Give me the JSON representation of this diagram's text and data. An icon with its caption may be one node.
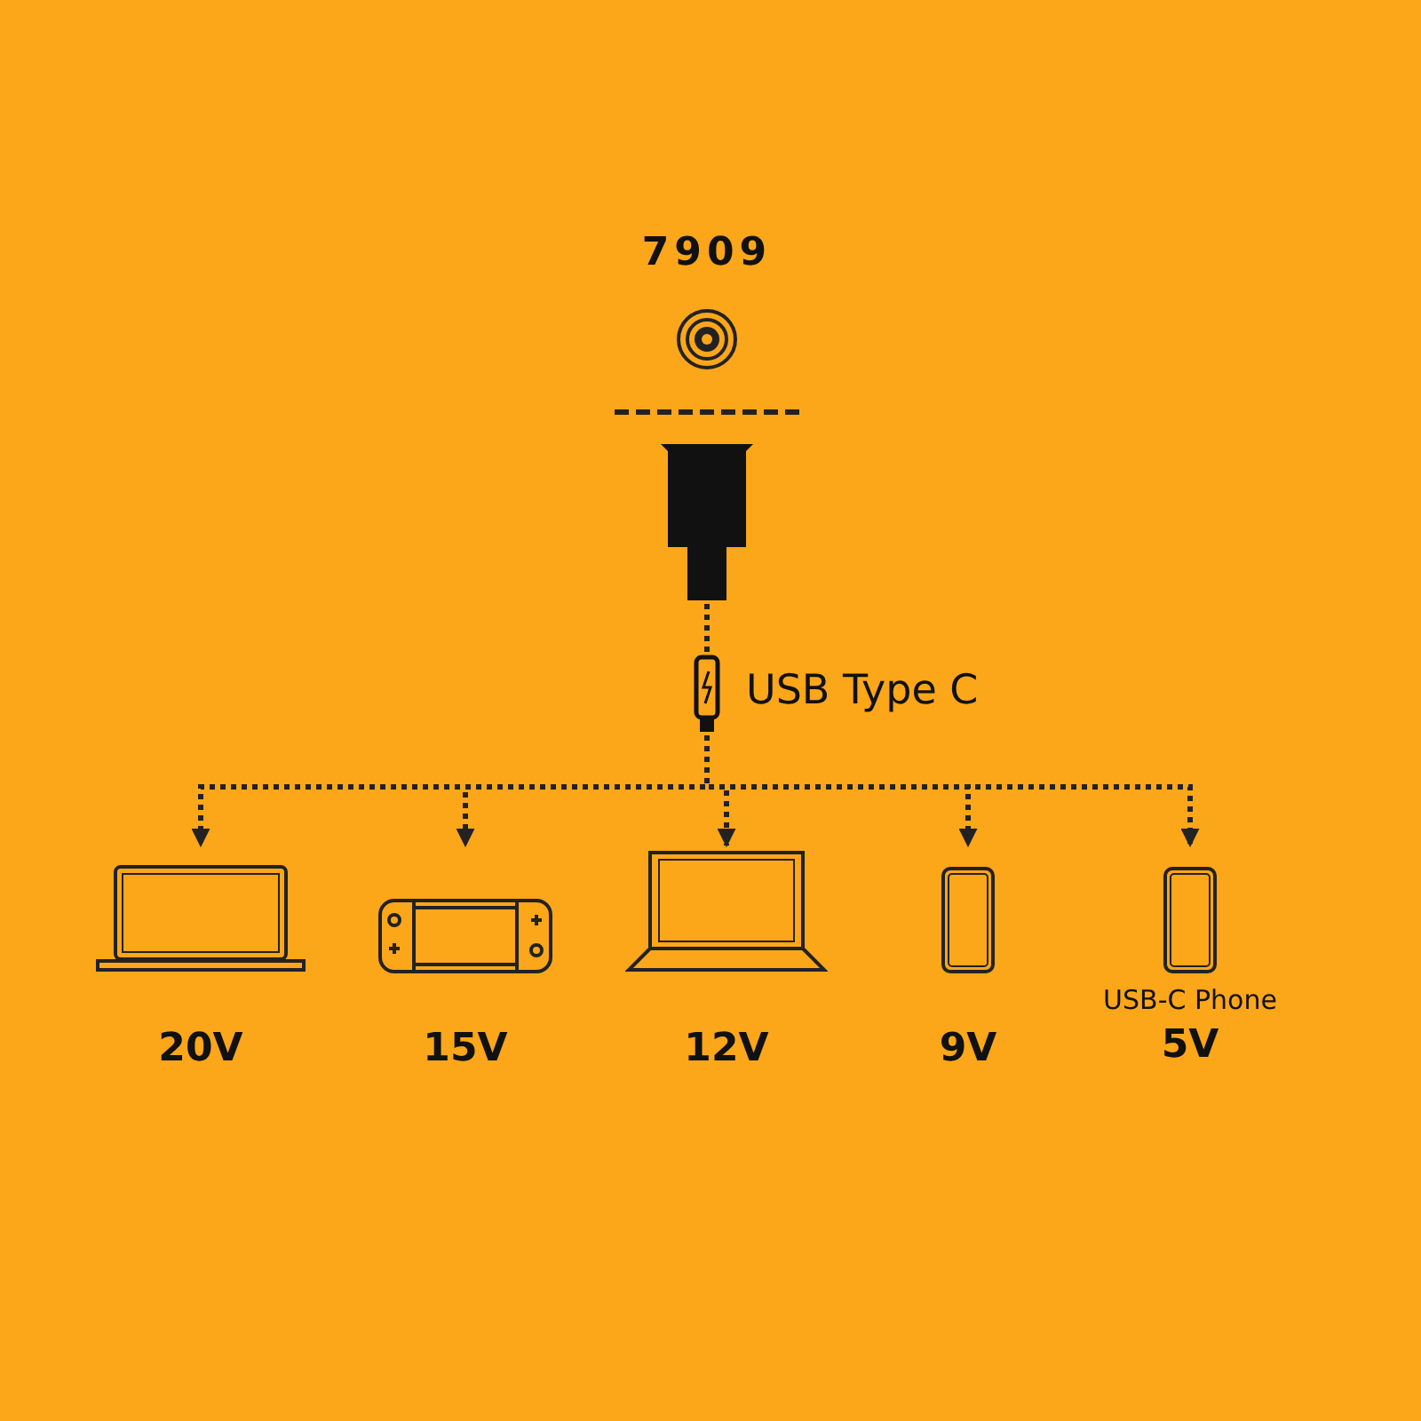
{
  "diagram": {
    "nodes": [
      {
        "text": [
          "7909"
        ]
      },
      {
        "text": [],
        "shape": "box"
      },
      {
        "text": [
          "USB Type C"
        ]
      },
      {
        "text": [
          "20V"
        ]
      },
      {
        "text": [
          "15V"
        ]
      },
      {
        "text": [
          "12V"
        ]
      },
      {
        "text": [
          "9V"
        ]
      },
      {
        "text": [
          "USB-C Phone",
          "5V"
        ]
      }
    ],
    "edges": [
      {
        "from": 1,
        "to": 2,
        "arrow": "none",
        "style": "dashed"
      },
      {
        "from": 2,
        "to": 3,
        "arrow": "to",
        "style": "dashed"
      },
      {
        "from": 2,
        "to": 4,
        "arrow": "to",
        "style": "dashed"
      },
      {
        "from": 2,
        "to": 5,
        "arrow": "to",
        "style": "dashed"
      },
      {
        "from": 2,
        "to": 6,
        "arrow": "to",
        "style": "dashed"
      },
      {
        "from": 2,
        "to": 7,
        "arrow": "to",
        "style": "dashed"
      }
    ]
  }
}
